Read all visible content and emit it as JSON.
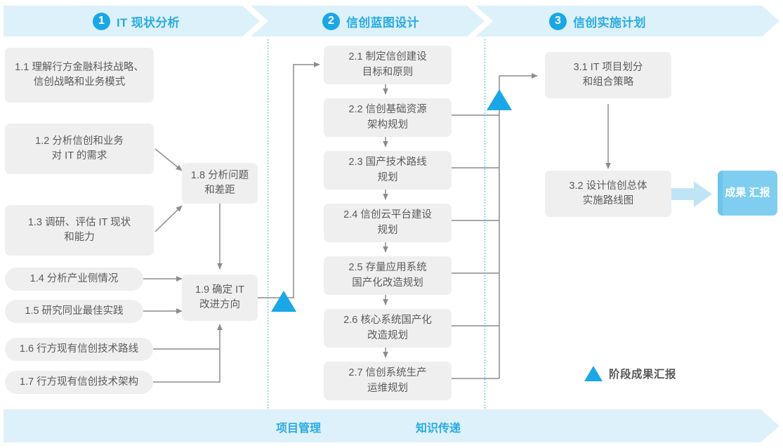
{
  "phases": [
    {
      "num": "1",
      "label": "IT 现状分析"
    },
    {
      "num": "2",
      "label": "信创蓝图设计"
    },
    {
      "num": "3",
      "label": "信创实施计划"
    }
  ],
  "tasks": {
    "phase1": [
      {
        "id": "1.1",
        "line1": "1.1 理解行方金融科技战略、",
        "line2": "信创战略和业务模式"
      },
      {
        "id": "1.2",
        "line1": "1.2 分析信创和业务",
        "line2": "对 IT 的需求"
      },
      {
        "id": "1.3",
        "line1": "1.3 调研、评估 IT 现状",
        "line2": "和能力"
      },
      {
        "id": "1.4",
        "line1": "1.4 分析产业侧情况",
        "line2": ""
      },
      {
        "id": "1.5",
        "line1": "1.5 研究同业最佳实践",
        "line2": ""
      },
      {
        "id": "1.6",
        "line1": "1.6 行方现有信创技术路线",
        "line2": ""
      },
      {
        "id": "1.7",
        "line1": "1.7 行方现有信创技术架构",
        "line2": ""
      },
      {
        "id": "1.8",
        "line1": "1.8 分析问题",
        "line2": "和差距"
      },
      {
        "id": "1.9",
        "line1": "1.9 确定 IT",
        "line2": "改进方向"
      }
    ],
    "phase2": [
      {
        "id": "2.1",
        "line1": "2.1 制定信创建设",
        "line2": "目标和原则"
      },
      {
        "id": "2.2",
        "line1": "2.2 信创基础资源",
        "line2": "架构规划"
      },
      {
        "id": "2.3",
        "line1": "2.3 国产技术路线",
        "line2": "规划"
      },
      {
        "id": "2.4",
        "line1": "2.4 信创云平台建设",
        "line2": "规划"
      },
      {
        "id": "2.5",
        "line1": "2.5 存量应用系统",
        "line2": "国产化改造规划"
      },
      {
        "id": "2.6",
        "line1": "2.6 核心系统国产化",
        "line2": "改造规划"
      },
      {
        "id": "2.7",
        "line1": "2.7 信创系统生产",
        "line2": "运维规划"
      }
    ],
    "phase3": [
      {
        "id": "3.1",
        "line1": "3.1 IT 项目划分",
        "line2": "和组合策略"
      },
      {
        "id": "3.2",
        "line1": "3.2 设计信创总体",
        "line2": "实施路线图"
      }
    ]
  },
  "result": {
    "line1": "成果",
    "line2": "汇报"
  },
  "legend": {
    "label": "阶段成果汇报",
    "marker": "triangle-up-icon"
  },
  "bottom": {
    "items": [
      "项目管理",
      "知识传递"
    ]
  },
  "colors": {
    "accent": "#29ABE2",
    "accent_deep": "#1BA7E5",
    "band": "#DDF1FB",
    "box": "#EFEFEF",
    "box_text": "#5B5B5F",
    "connector": "#8C8C8C",
    "result_box": "#7FCEEF",
    "result_arrow": "#BFE4F6",
    "divider": "#4FC3E8"
  }
}
